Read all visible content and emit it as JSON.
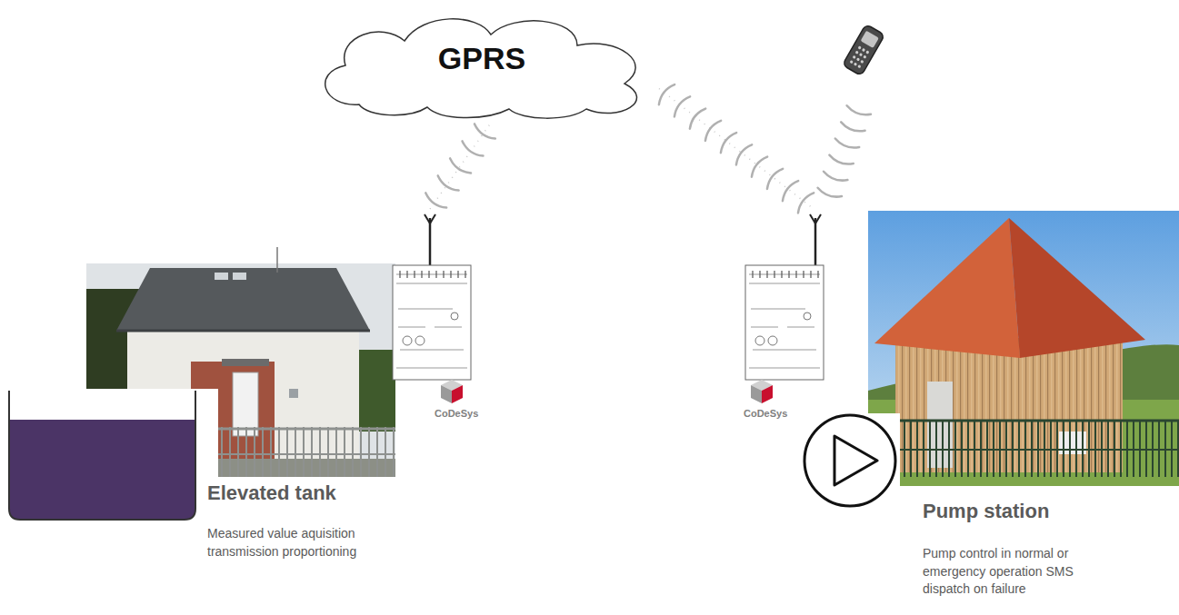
{
  "diagram": {
    "nodes": [
      {
        "text": [
          "GPRS"
        ]
      },
      {
        "text": [
          "Elevated tank",
          "Measured value aquisition transmission proportioning"
        ]
      },
      {
        "text": [
          "Pump station",
          "Pump control in normal or emergency operation SMS dispatch on failure"
        ]
      }
    ],
    "edges": [
      {
        "from": 1,
        "to": 0,
        "arrow": "none"
      },
      {
        "from": 0,
        "to": 2,
        "arrow": "none"
      }
    ],
    "labels": [
      "CoDeSys",
      "CoDeSys"
    ]
  }
}
